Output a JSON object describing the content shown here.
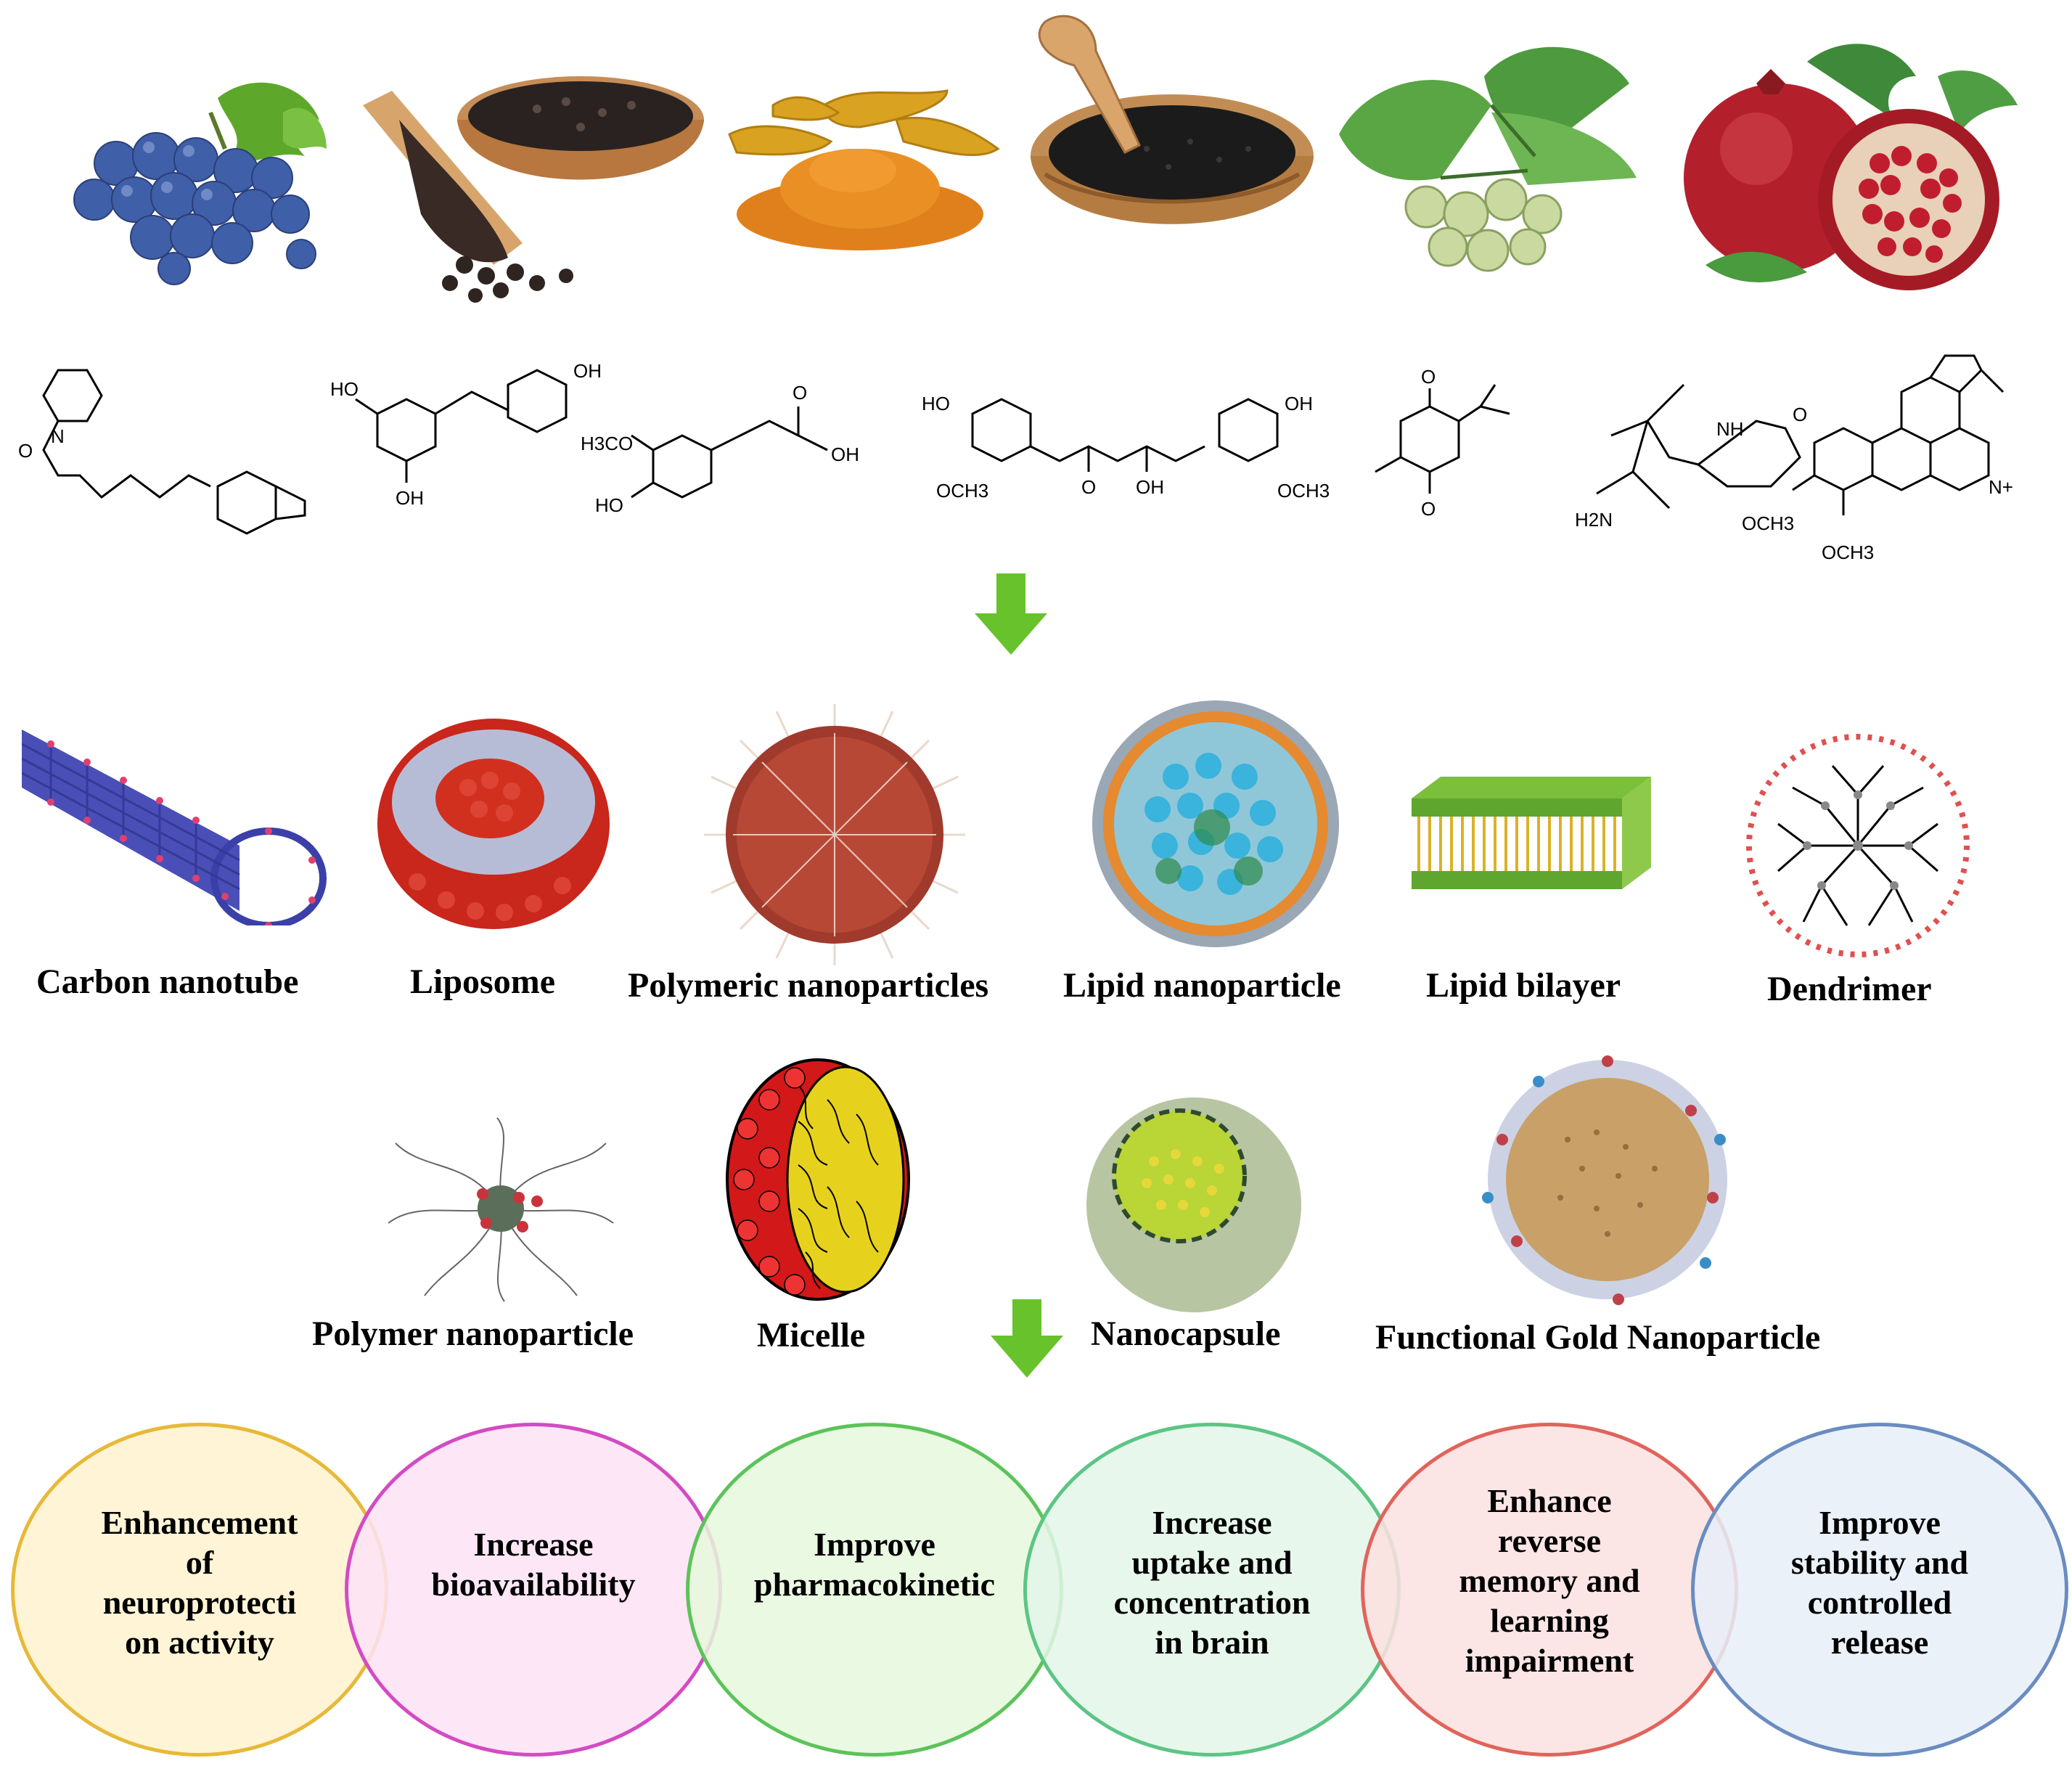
{
  "sources": [
    {
      "name": "grapes"
    },
    {
      "name": "black-pepper"
    },
    {
      "name": "turmeric"
    },
    {
      "name": "black-seed"
    },
    {
      "name": "ginkgo"
    },
    {
      "name": "pomegranate"
    }
  ],
  "molecules": {
    "piperine": {
      "o": "O",
      "n": "N"
    },
    "resveratrol": {
      "oh1": "OH",
      "oh2": "HO",
      "oh3": "OH"
    },
    "ferulic": {
      "h3co": "H3CO",
      "ho": "HO",
      "oh": "OH",
      "o": "O"
    },
    "curcumin": {
      "ho": "HO",
      "oh_r": "OH",
      "och3_l": "OCH3",
      "och3_r": "OCH3",
      "o": "O",
      "oh_mid": "OH"
    },
    "thymoquinone": {
      "o_top": "O",
      "o_bot": "O"
    },
    "huperzine": {
      "nh": "NH",
      "o": "O",
      "h2n": "H2N"
    },
    "berberine": {
      "n": "N+",
      "och3_a": "OCH3",
      "och3_b": "OCH3"
    }
  },
  "nanocarriers_row1": [
    {
      "label": "Carbon nanotube"
    },
    {
      "label": "Liposome"
    },
    {
      "label": "Polymeric nanoparticles"
    },
    {
      "label": "Lipid nanoparticle"
    },
    {
      "label": "Lipid bilayer"
    },
    {
      "label": "Dendrimer"
    }
  ],
  "nanocarriers_row2": [
    {
      "label": "Polymer nanoparticle"
    },
    {
      "label": "Micelle"
    },
    {
      "label": "Nanocapsule"
    },
    {
      "label": "Functional Gold Nanoparticle"
    }
  ],
  "outcomes": [
    {
      "text": "Enhancement\nof\nneuroprotecti\non activity",
      "fill": "#fff4d6",
      "stroke": "#e7b938"
    },
    {
      "text": "Increase\nbioavailability",
      "fill": "#fde3f6",
      "stroke": "#d34bc3"
    },
    {
      "text": "Improve\npharmacokinetic",
      "fill": "#e6f8dc",
      "stroke": "#5cc35a"
    },
    {
      "text": "Increase\nuptake and\nconcentration\nin brain",
      "fill": "#e3f6e8",
      "stroke": "#5cc585"
    },
    {
      "text": "Enhance\nreverse\nmemory and\nlearning\nimpairment",
      "fill": "#fbe1e0",
      "stroke": "#e0645c"
    },
    {
      "text": "Improve\nstability and\ncontrolled\nrelease",
      "fill": "#e6eef8",
      "stroke": "#6a8cc0"
    }
  ],
  "colors": {
    "arrow": "#67c22c"
  }
}
